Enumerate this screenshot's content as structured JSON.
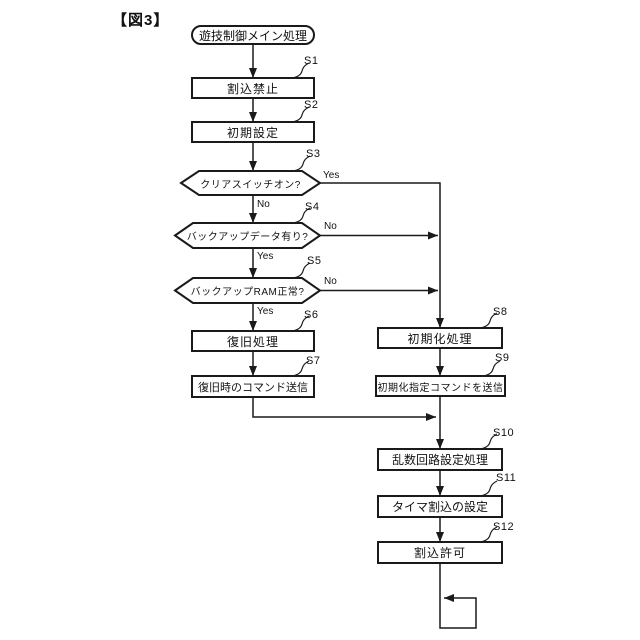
{
  "figure": {
    "label": "【図3】"
  },
  "colors": {
    "line": "#1a1a1a",
    "background": "#ffffff"
  },
  "nodes": {
    "start": {
      "type": "terminal",
      "label": "遊技制御メイン処理"
    },
    "s1": {
      "step": "S1",
      "type": "process",
      "label": "割込禁止"
    },
    "s2": {
      "step": "S2",
      "type": "process",
      "label": "初期設定"
    },
    "s3": {
      "step": "S3",
      "type": "decision",
      "label": "クリアスイッチオン?"
    },
    "s4": {
      "step": "S4",
      "type": "decision",
      "label": "バックアップデータ有り?"
    },
    "s5": {
      "step": "S5",
      "type": "decision",
      "label": "バックアップRAM正常?"
    },
    "s6": {
      "step": "S6",
      "type": "process",
      "label": "復旧処理"
    },
    "s7": {
      "step": "S7",
      "type": "process",
      "label": "復旧時のコマンド送信"
    },
    "s8": {
      "step": "S8",
      "type": "process",
      "label": "初期化処理"
    },
    "s9": {
      "step": "S9",
      "type": "process",
      "label": "初期化指定コマンドを送信"
    },
    "s10": {
      "step": "S10",
      "type": "process",
      "label": "乱数回路設定処理"
    },
    "s11": {
      "step": "S11",
      "type": "process",
      "label": "タイマ割込の設定"
    },
    "s12": {
      "step": "S12",
      "type": "process",
      "label": "割込許可"
    }
  },
  "branches": {
    "s3": {
      "right": "Yes",
      "down": "No"
    },
    "s4": {
      "right": "No",
      "down": "Yes"
    },
    "s5": {
      "right": "No",
      "down": "Yes"
    }
  }
}
